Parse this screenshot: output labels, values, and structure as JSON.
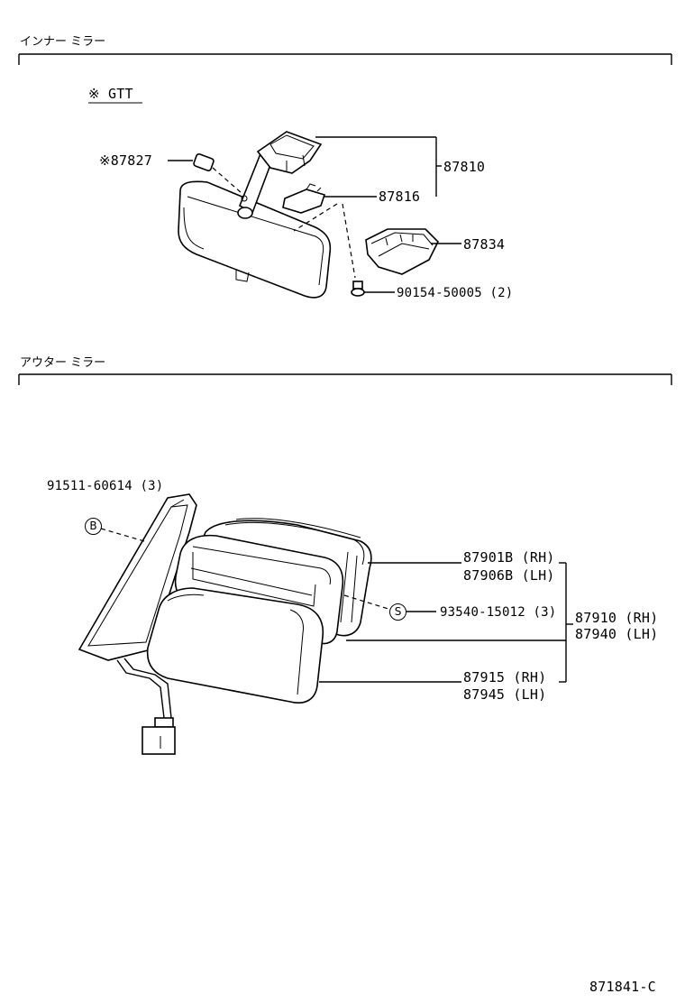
{
  "sections": {
    "inner": {
      "title": "インナー ミラー"
    },
    "outer": {
      "title": "アウター ミラー"
    }
  },
  "inner": {
    "note": "※ GTT",
    "parts": {
      "p87827": "※87827",
      "p87810": "87810",
      "p87816": "87816",
      "p87834": "87834",
      "p90154": "90154-50005 (2)"
    }
  },
  "outer": {
    "parts": {
      "p91511": "91511-60614 (3)",
      "p87901": "87901B (RH)",
      "p87906": "87906B (LH)",
      "p93540": "93540-15012 (3)",
      "p87910": "87910 (RH)",
      "p87940": "87940 (LH)",
      "p87915": "87915 (RH)",
      "p87945": "87945 (LH)"
    },
    "symbols": {
      "b": "B",
      "s": "S"
    }
  },
  "footer": {
    "code": "871841-C"
  }
}
